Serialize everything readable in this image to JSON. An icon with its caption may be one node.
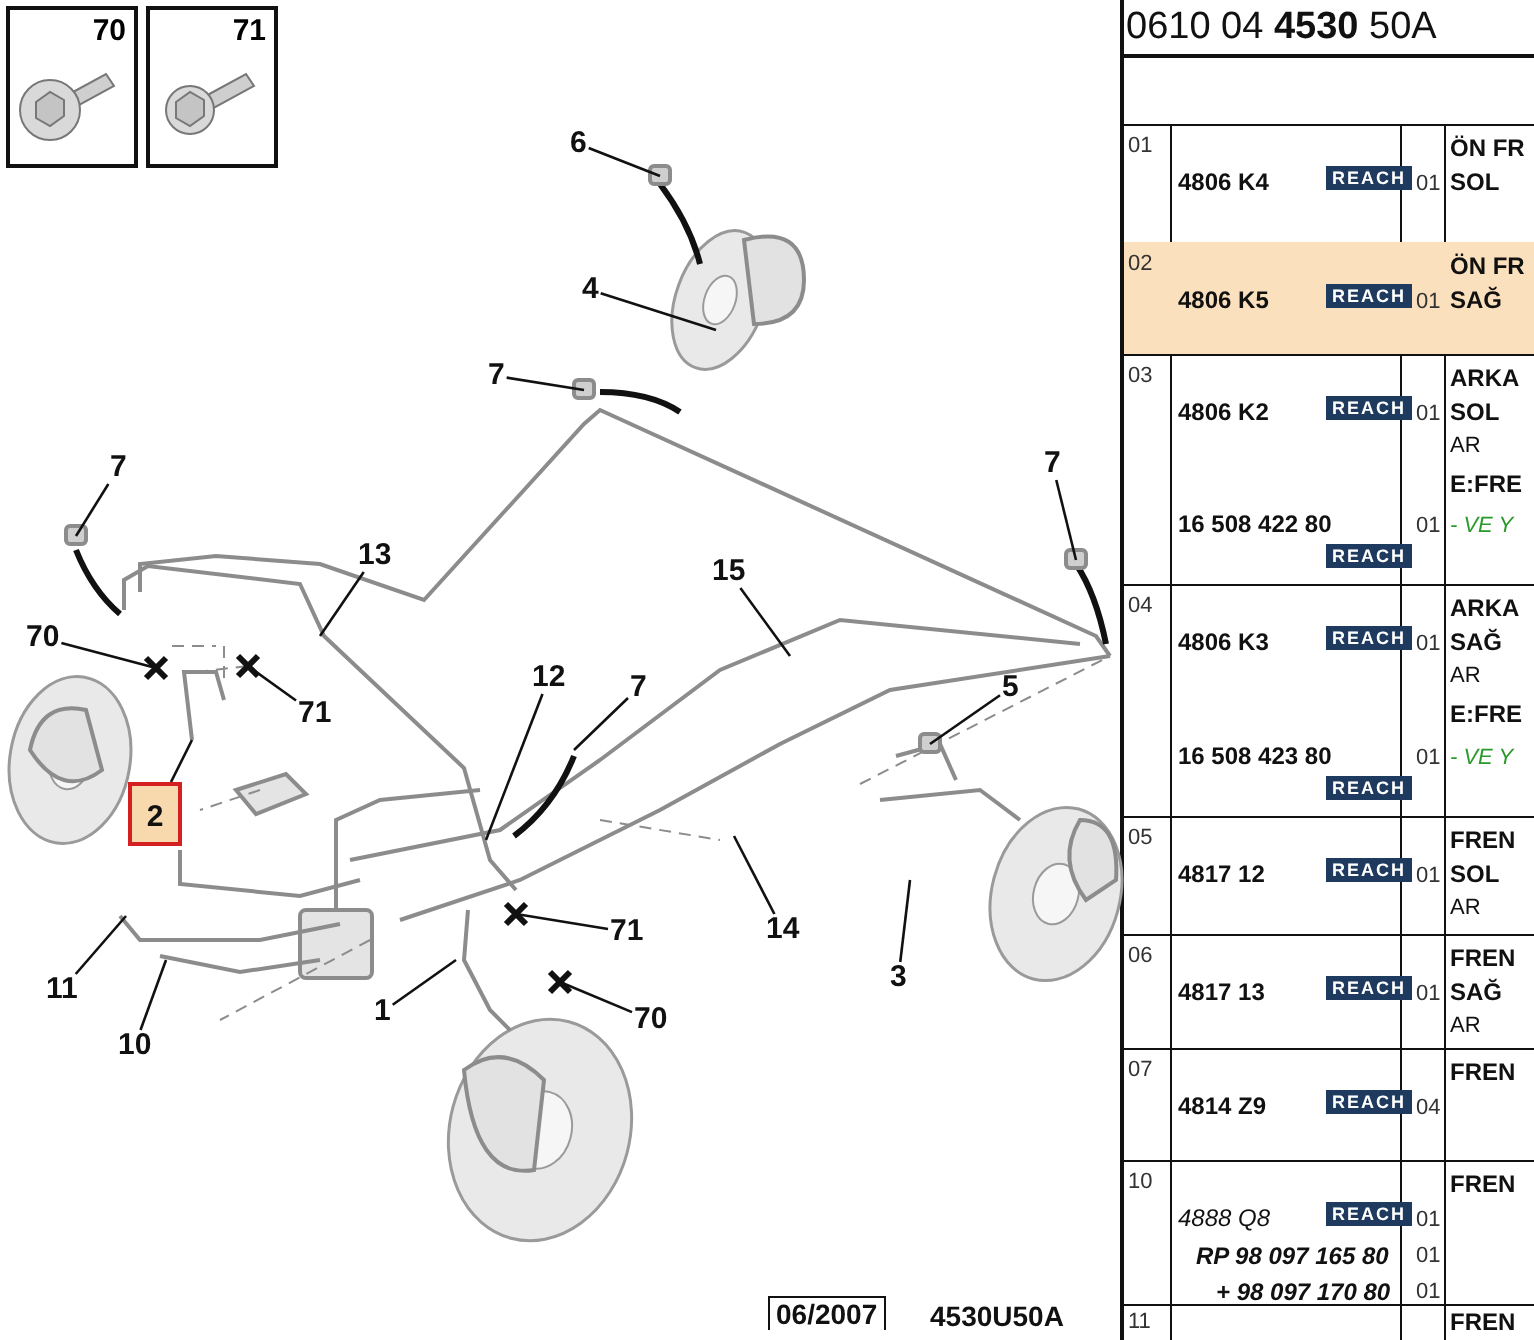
{
  "diagram": {
    "nodes": [
      {
        "text": [
          "70"
        ]
      },
      {
        "text": [
          "71"
        ]
      },
      {
        "text": [
          "6"
        ]
      },
      {
        "text": [
          "4"
        ]
      },
      {
        "text": [
          "7"
        ]
      },
      {
        "text": [
          "7"
        ]
      },
      {
        "text": [
          "13"
        ]
      },
      {
        "text": [
          "7"
        ]
      },
      {
        "text": [
          "70"
        ]
      },
      {
        "text": [
          "71"
        ]
      },
      {
        "text": [
          "15"
        ]
      },
      {
        "text": [
          "12"
        ]
      },
      {
        "text": [
          "7"
        ]
      },
      {
        "text": [
          "5"
        ]
      },
      {
        "text": [
          "2"
        ]
      },
      {
        "text": [
          "11"
        ]
      },
      {
        "text": [
          "10"
        ]
      },
      {
        "text": [
          "1"
        ]
      },
      {
        "text": [
          "71"
        ]
      },
      {
        "text": [
          "70"
        ]
      },
      {
        "text": [
          "14"
        ]
      },
      {
        "text": [
          "3"
        ]
      }
    ],
    "edges": [
      {
        "from": 2,
        "to": null,
        "arrow": "none"
      },
      {
        "from": 3,
        "to": null,
        "arrow": "none"
      },
      {
        "from": 4,
        "to": null,
        "arrow": "none"
      },
      {
        "from": 5,
        "to": null,
        "arrow": "none"
      },
      {
        "from": 6,
        "to": null,
        "arrow": "none"
      },
      {
        "from": 7,
        "to": null,
        "arrow": "none"
      },
      {
        "from": 8,
        "to": null,
        "arrow": "none"
      },
      {
        "from": 9,
        "to": null,
        "arrow": "none"
      },
      {
        "from": 10,
        "to": null,
        "arrow": "none"
      },
      {
        "from": 11,
        "to": null,
        "arrow": "none"
      },
      {
        "from": 12,
        "to": null,
        "arrow": "none"
      },
      {
        "from": 13,
        "to": null,
        "arrow": "none"
      },
      {
        "from": 14,
        "to": null,
        "arrow": "none"
      },
      {
        "from": 15,
        "to": null,
        "arrow": "none"
      },
      {
        "from": 16,
        "to": null,
        "arrow": "none"
      },
      {
        "from": 17,
        "to": null,
        "arrow": "none"
      },
      {
        "from": 18,
        "to": null,
        "arrow": "none"
      },
      {
        "from": 19,
        "to": null,
        "arrow": "none"
      },
      {
        "from": 20,
        "to": null,
        "arrow": "none"
      },
      {
        "from": 21,
        "to": null,
        "arrow": "none"
      }
    ],
    "labels": [
      "0610 04 **4530** 50A",
      "01",
      "4806 K4",
      "REACH",
      "01",
      "ÖN FR",
      "SOL",
      "02",
      "4806 K5",
      "REACH",
      "01",
      "ÖN FR",
      "SAĞ",
      "03",
      "4806 K2",
      "REACH",
      "01",
      "ARKA",
      "SOL",
      "AR",
      "E:FRE",
      "16 508 422 80",
      "01",
      "- VE Y",
      "REACH",
      "04",
      "4806 K3",
      "REACH",
      "01",
      "ARKA",
      "SAĞ",
      "AR",
      "E:FRE",
      "16 508 423 80",
      "01",
      "- VE Y",
      "REACH",
      "05",
      "4817 12",
      "REACH",
      "01",
      "FREN",
      "SOL",
      "AR",
      "06",
      "4817 13",
      "REACH",
      "01",
      "FREN",
      "SAĞ",
      "AR",
      "07",
      "4814 Z9",
      "REACH",
      "04",
      "FREN",
      "10",
      "4888 Q8",
      "REACH",
      "01",
      "FREN",
      "RP 98 097 165 80",
      "01",
      "+ 98 097 170 80",
      "01",
      "06/2007",
      "4530U50A",
      "11",
      "FREN"
    ]
  }
}
